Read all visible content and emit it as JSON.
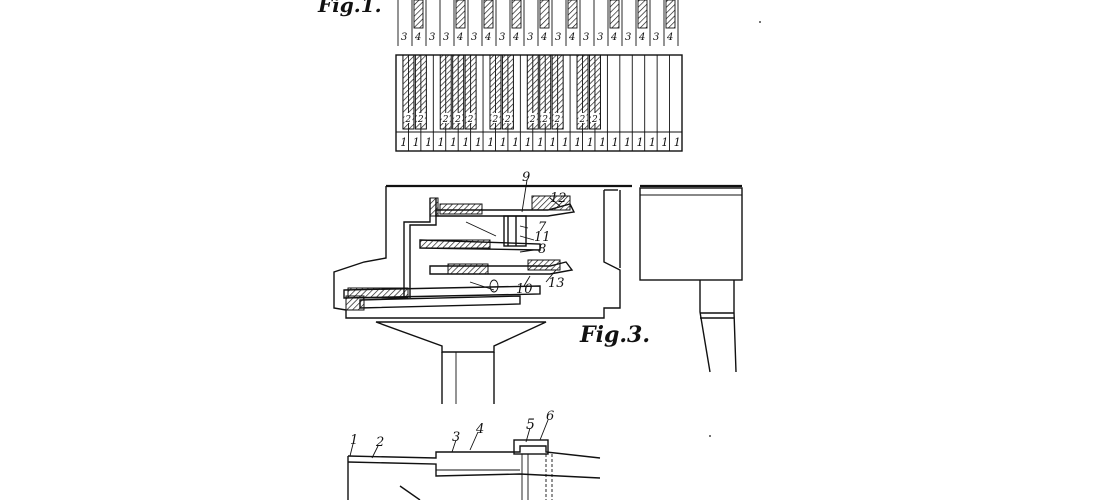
{
  "figures": {
    "fig1": {
      "title": "Fig.1."
    },
    "fig3": {
      "title": "Fig.3."
    }
  },
  "keyboard": {
    "upper_labels": [
      "3",
      "4",
      "3",
      "3",
      "4",
      "3",
      "4",
      "3",
      "4",
      "3",
      "4",
      "3",
      "4",
      "3",
      "3",
      "4",
      "3",
      "4",
      "3",
      "4"
    ],
    "lower_labels": [
      "2",
      "2",
      "2",
      "2",
      "2",
      "2",
      "2",
      "2",
      "2",
      "2",
      "2",
      "2"
    ],
    "bottom_labels": [
      "1",
      "1",
      "1",
      "1",
      "1",
      "1",
      "1",
      "1",
      "1",
      "1",
      "1",
      "1",
      "1",
      "1",
      "1",
      "1",
      "1",
      "1",
      "1",
      "1",
      "1",
      "1",
      "1"
    ]
  },
  "fig3_refs": {
    "r9": "9",
    "r12": "12",
    "r7": "7",
    "r11": "11",
    "r8": "8",
    "r10": "10",
    "r13": "13"
  },
  "fig_bottom_refs": {
    "r1": "1",
    "r2": "2",
    "r3": "3",
    "r4": "4",
    "r5": "5",
    "r6": "6"
  }
}
